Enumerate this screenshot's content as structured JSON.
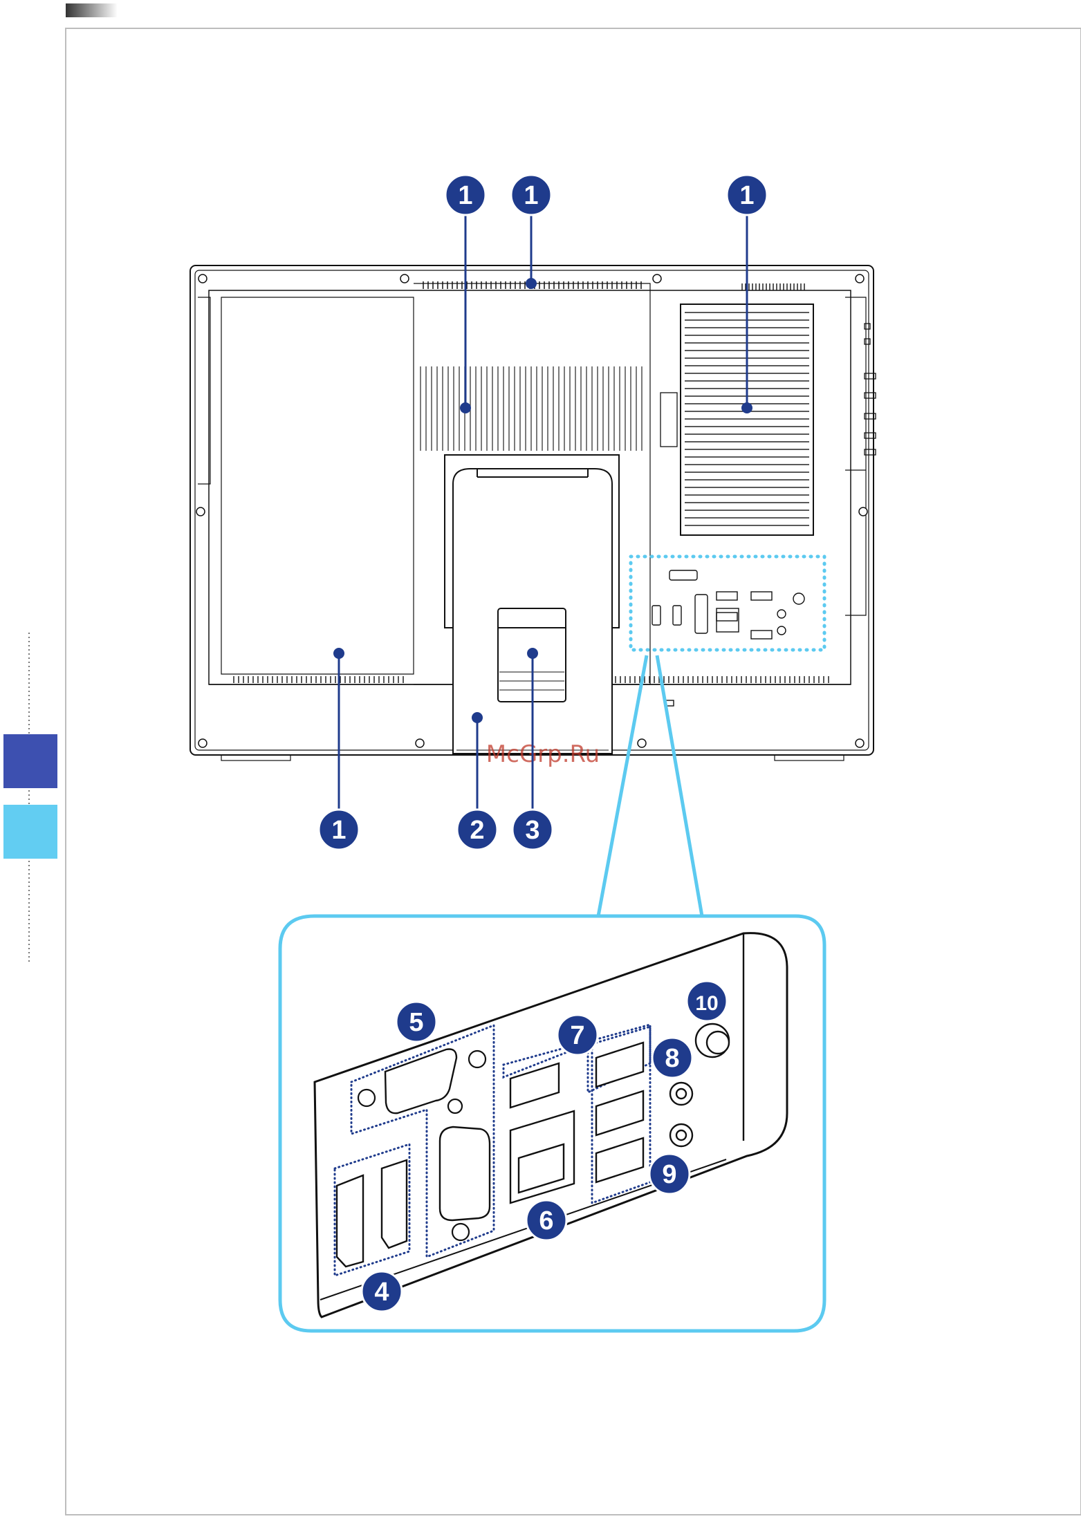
{
  "watermark": "McGrp.Ru",
  "colors": {
    "callout": "#1f3b8c",
    "accent": "#5ccaf0",
    "tab_dark": "#3d50b0",
    "tab_light": "#62cdf2",
    "line": "#111111"
  },
  "callouts_main": [
    {
      "label": "1"
    },
    {
      "label": "1"
    },
    {
      "label": "1"
    },
    {
      "label": "1"
    },
    {
      "label": "2"
    },
    {
      "label": "3"
    }
  ],
  "callouts_detail": [
    {
      "label": "4"
    },
    {
      "label": "5"
    },
    {
      "label": "6"
    },
    {
      "label": "7"
    },
    {
      "label": "8"
    },
    {
      "label": "9"
    },
    {
      "label": "10"
    }
  ]
}
